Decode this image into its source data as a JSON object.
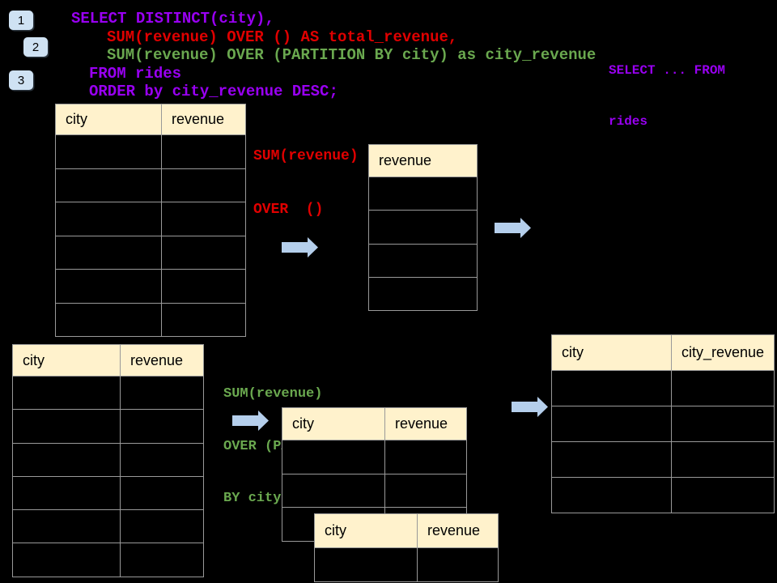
{
  "steps": [
    {
      "label": "1"
    },
    {
      "label": "2"
    },
    {
      "label": "3"
    }
  ],
  "code": {
    "lines": [
      {
        "text": "SELECT DISTINCT(city),",
        "color": "#9900f2"
      },
      {
        "text": "SUM(revenue) OVER () AS total_revenue,",
        "color": "#e00000"
      },
      {
        "text": "SUM(revenue) OVER (PARTITION BY city) as city_revenue",
        "color": "#6aa84f"
      },
      {
        "text": "FROM rides",
        "color": "#9900f2"
      },
      {
        "text": "ORDER by city_revenue DESC;",
        "color": "#9900f2"
      }
    ]
  },
  "side_note": {
    "line1": "SELECT ... FROM",
    "line2": "rides",
    "color": "#9900f2"
  },
  "annotations": {
    "total_revenue": {
      "line1": "SUM(revenue)",
      "line2": "OVER  ()",
      "color": "#e00000"
    },
    "partition": {
      "line1": "SUM(revenue)",
      "line2": "OVER (PARTITION",
      "line3": "BY city)",
      "color": "#6aa84f"
    }
  },
  "tables": {
    "source_top": {
      "headers": [
        "city",
        "revenue"
      ],
      "row_count": 6
    },
    "total_result": {
      "headers": [
        "revenue"
      ],
      "row_count": 4
    },
    "source_bottom": {
      "headers": [
        "city",
        "revenue"
      ],
      "row_count": 6
    },
    "partition_step": {
      "headers": [
        "city",
        "revenue"
      ],
      "row_count": 3
    },
    "partition_overlay": {
      "headers": [
        "city",
        "revenue"
      ],
      "row_count": 1
    },
    "final_result": {
      "headers": [
        "city",
        "city_revenue"
      ],
      "row_count": 4
    }
  },
  "colors": {
    "background": "#000000",
    "purple": "#9900f2",
    "red": "#e00000",
    "green": "#6aa84f",
    "table_header_bg": "#fff2cc",
    "table_border": "#999999",
    "arrow": "#b5cfec",
    "badge_bg": "#cfe2f3",
    "header_text": "#000000"
  }
}
